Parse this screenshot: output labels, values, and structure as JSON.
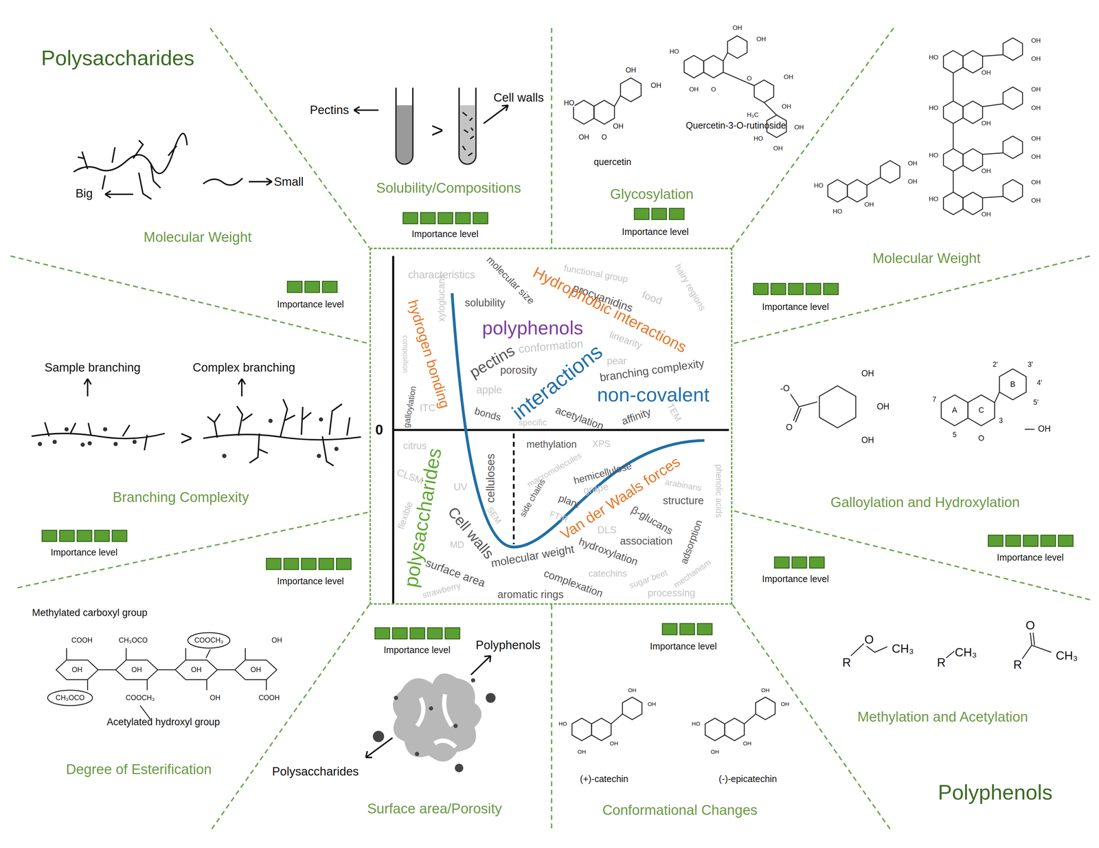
{
  "diagram": {
    "nodes": [
      {
        "text": [
          "characteristics",
          "molecular size",
          "functional group",
          "hairy regions",
          "procyanidins",
          "food",
          "Hydrophobic interactions",
          "xyloglucans",
          "hydrogen bonding",
          "composition",
          "solubility",
          "polyphenols",
          "linearity",
          "pectins",
          "conformation",
          "porosity",
          "pear",
          "branching complexity",
          "interactions",
          "non-covalent",
          "galloylation",
          "ITC",
          "apple",
          "bonds",
          "specific",
          "acetylation",
          "affinity",
          "TEM",
          "0",
          "methylation",
          "XPS",
          "citrus",
          "polysaccharides",
          "celluloses",
          "macromolecules",
          "hemicellulose",
          "arabinans",
          "phenolic acids",
          "CLSM",
          "UV",
          "side chains",
          "grape",
          "flexible",
          "FTIR",
          "plant",
          "structure",
          "Van der Waals forces",
          "β-glucans",
          "SEM",
          "DLS",
          "Cell walls",
          "MD",
          "association",
          "hydroxylation",
          "adsorption",
          "molecular weight",
          "surface area",
          "catechins",
          "sugar beet",
          "mechanism",
          "strawberry",
          "complexation",
          "aromatic rings",
          "processing"
        ]
      }
    ],
    "labels": [
      "Polysaccharides",
      "Big",
      "Small",
      "Molecular Weight",
      "Importance level",
      "Pectins",
      "Cell walls",
      ">",
      "Solubility/Compositions",
      "Importance level",
      "quercetin",
      "Quercetin-3-O-rutinoside",
      "Glycosylation",
      "Importance level",
      "Molecular Weight",
      "Importance level",
      "Sample branching",
      "Complex branching",
      ">",
      "Branching Complexity",
      "Importance level",
      "Importance level",
      "Galloylation and Hydroxylation",
      "Importance level",
      "Importance level",
      "Methylated carboxyl group",
      "Acetylated hydroxyl group",
      "Degree of Esterification",
      "Importance level",
      "Polyphenols",
      "Polysaccharides",
      "Surface area/Porosity",
      "Importance level",
      "(+)-catechin",
      "(-)-epicatechin",
      "Conformational Changes",
      "Methylation and Acetylation",
      "Polyphenols",
      "COOH",
      "CH₃OCO",
      "COOCH₃",
      "OH",
      "OH",
      "OH",
      "OH",
      "OH",
      "CH₃OCO",
      "COOCH₃",
      "OH",
      "COOH",
      "R",
      "O",
      "CH₃",
      "R",
      "CH₃",
      "R",
      "O",
      "CH₃",
      "OH",
      "OH",
      "OH",
      "-O",
      "O",
      "A",
      "C",
      "B",
      "7",
      "5",
      "3",
      "2'",
      "3'",
      "4'",
      "5'",
      "O",
      "OH",
      "HO",
      "OH",
      "OH",
      "OH",
      "OH",
      "O",
      "HO",
      "OH",
      "OH",
      "OH",
      "O",
      "O",
      "OH",
      "OH",
      "H₃C",
      "HO",
      "OH",
      "OH",
      "HO",
      "OH",
      "OH",
      "OH",
      "HO",
      "OH",
      "OH",
      "OH",
      "HO",
      "OH",
      "OH",
      "OH",
      "HO",
      "OH",
      "OH",
      "OH",
      "HO",
      "OH",
      "OH",
      "OH",
      "HO",
      "HO",
      "OH",
      "OH",
      "OH",
      "OH",
      "HO",
      "OH",
      "OH",
      "OH",
      "OH"
    ]
  }
}
